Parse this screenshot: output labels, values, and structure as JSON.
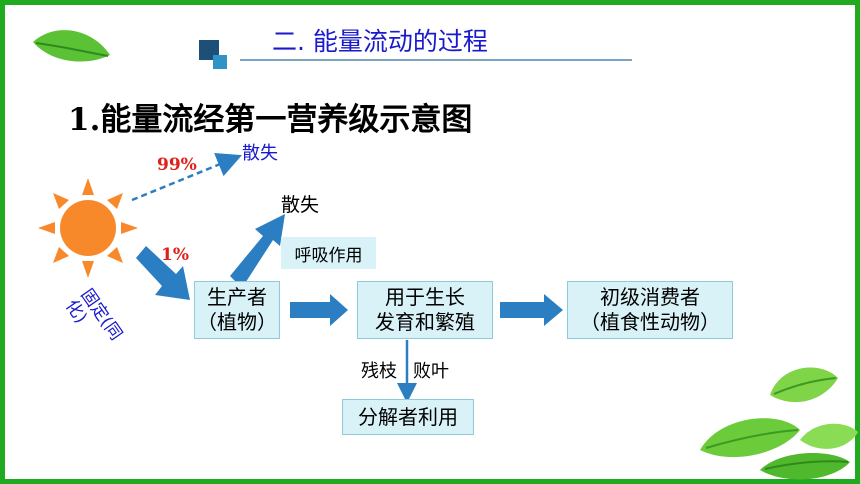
{
  "section_title": "二. 能量流动的过程",
  "heading": "1.能量流经第一营养级示意图",
  "labels": {
    "dissipate_top": "散失",
    "pct_99": "99%",
    "pct_1": "1%",
    "dissipate_mid": "散失",
    "respiration": "呼吸作用",
    "fixation": "固定(同化)",
    "litter_a": "残枝",
    "litter_b": "败叶"
  },
  "boxes": {
    "producer": {
      "line1": "生产者",
      "line2": "（植物）"
    },
    "growth": {
      "line1": "用于生长",
      "line2": "发育和繁殖"
    },
    "consumer": {
      "line1": "初级消费者",
      "line2": "（植食性动物）"
    },
    "decomposer": {
      "line1": "分解者利用"
    }
  },
  "colors": {
    "frame": "#1faa1f",
    "arrow": "#2b7ec1",
    "box_fill": "#d9f2f8",
    "title_text": "#1a1acc",
    "percent_text": "#e0201a",
    "sun_core": "#f7892b"
  },
  "icons": [
    "sun-icon",
    "leaf-icon",
    "leaf-cluster-icon"
  ]
}
